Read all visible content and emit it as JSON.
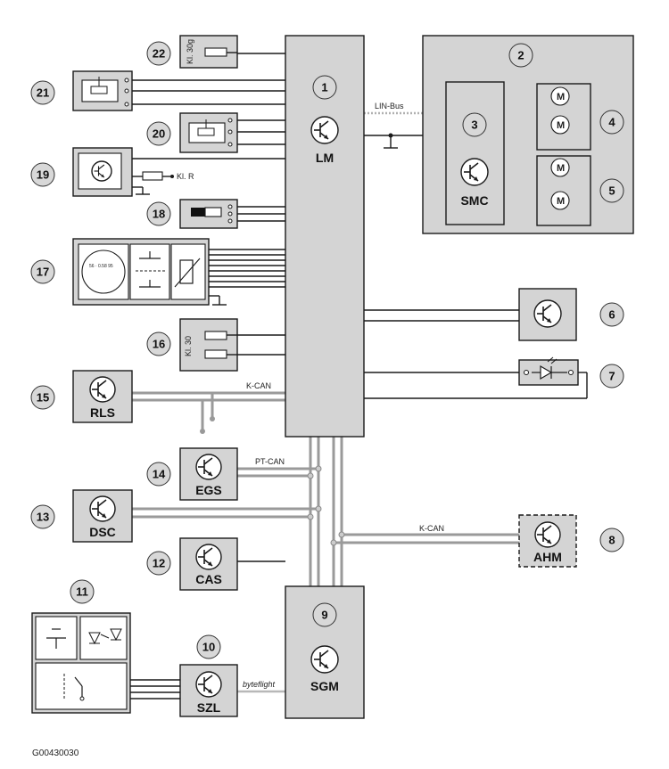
{
  "modules": {
    "lm": "LM",
    "smc": "SMC",
    "rls": "RLS",
    "egs": "EGS",
    "dsc": "DSC",
    "cas": "CAS",
    "ahm": "AHM",
    "sgm": "SGM",
    "szl": "SZL"
  },
  "numbers": {
    "n1": "1",
    "n2": "2",
    "n3": "3",
    "n4": "4",
    "n5": "5",
    "n6": "6",
    "n7": "7",
    "n8": "8",
    "n9": "9",
    "n10": "10",
    "n11": "11",
    "n12": "12",
    "n13": "13",
    "n14": "14",
    "n15": "15",
    "n16": "16",
    "n17": "17",
    "n18": "18",
    "n19": "19",
    "n20": "20",
    "n21": "21",
    "n22": "22"
  },
  "bus_labels": {
    "lin_bus": "LIN-Bus",
    "k_can_top": "K-CAN",
    "pt_can": "PT-CAN",
    "k_can_ahm": "K-CAN",
    "byteflight": "byteflight"
  },
  "terminal_labels": {
    "kl30g": "Kl. 30g",
    "klr": "Kl. R",
    "kl30": "Kl. 30"
  },
  "motor_label": "M",
  "gauge_text": "56 · 0.58 95",
  "caption": "G00430030"
}
